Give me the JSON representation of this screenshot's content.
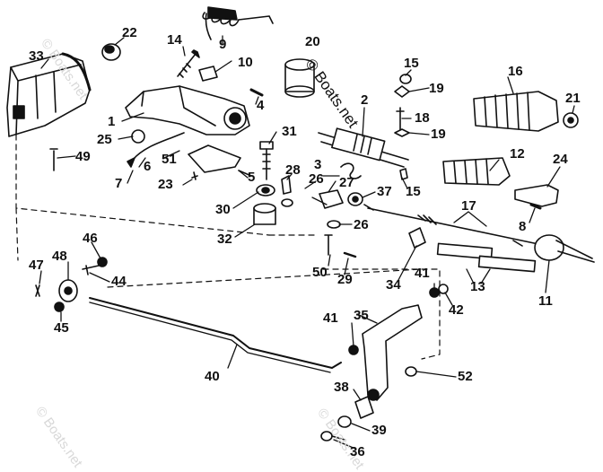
{
  "watermark": {
    "main": "© Boats.net",
    "faint": "© Boats.net"
  },
  "colors": {
    "ink": "#111111",
    "paper": "#ffffff",
    "faint": "#d8d8d8"
  },
  "callouts": [
    "1",
    "2",
    "3",
    "4",
    "5",
    "6",
    "7",
    "8",
    "9",
    "10",
    "11",
    "12",
    "13",
    "14",
    "15",
    "15",
    "16",
    "17",
    "18",
    "19",
    "19",
    "20",
    "21",
    "22",
    "23",
    "24",
    "25",
    "26",
    "26",
    "27",
    "28",
    "29",
    "30",
    "31",
    "32",
    "33",
    "34",
    "35",
    "36",
    "37",
    "38",
    "39",
    "40",
    "41",
    "41",
    "42",
    "44",
    "45",
    "46",
    "47",
    "48",
    "49",
    "50",
    "51",
    "52"
  ]
}
